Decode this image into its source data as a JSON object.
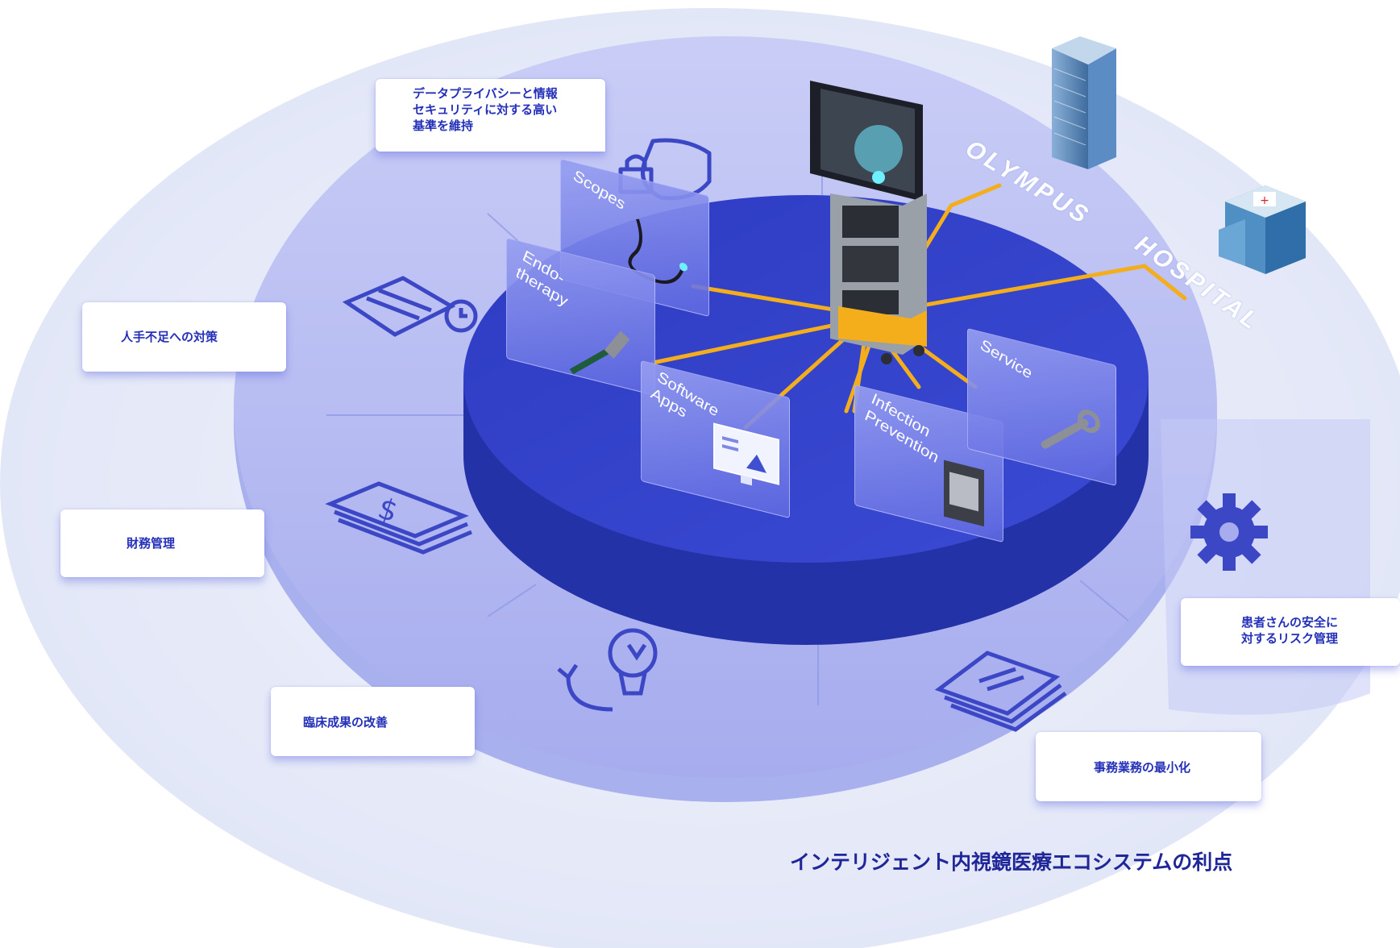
{
  "callouts": {
    "data_privacy": "データプライバシーと情報\nセキュリティに対する高い\n基準を維持",
    "labor_shortage": "人手不足への対策",
    "financial": "財務管理",
    "clinical": "臨床成果の改善",
    "patient_safety": "患者さんの安全に\n対するリスク管理",
    "admin": "事務業務の最小化"
  },
  "panels": {
    "scopes": "Scopes",
    "endotherapy": "Endo-\ntherapy",
    "software": "Software\nApps",
    "infection": "Infection\nPrevention",
    "service": "Service"
  },
  "labels": {
    "olympus": "OLYMPUS",
    "hospital": "HOSPITAL"
  },
  "caption": "インテリジェント内視鏡医療エコシステムの利点",
  "colors": {
    "outer_disc": "#e3e7f7",
    "mid_ring": "#b5baf0",
    "inner_disc": "#2f3fc6",
    "cable": "#f4ae1c",
    "text_blue": "#2430b8"
  },
  "icons": [
    "shield-lock-icon",
    "building-plan-clock-icon",
    "money-icon",
    "lightbulb-cycle-icon",
    "documents-icon",
    "gear-icon",
    "tower-building-icon",
    "hospital-building-icon",
    "endoscope-tower-icon"
  ]
}
